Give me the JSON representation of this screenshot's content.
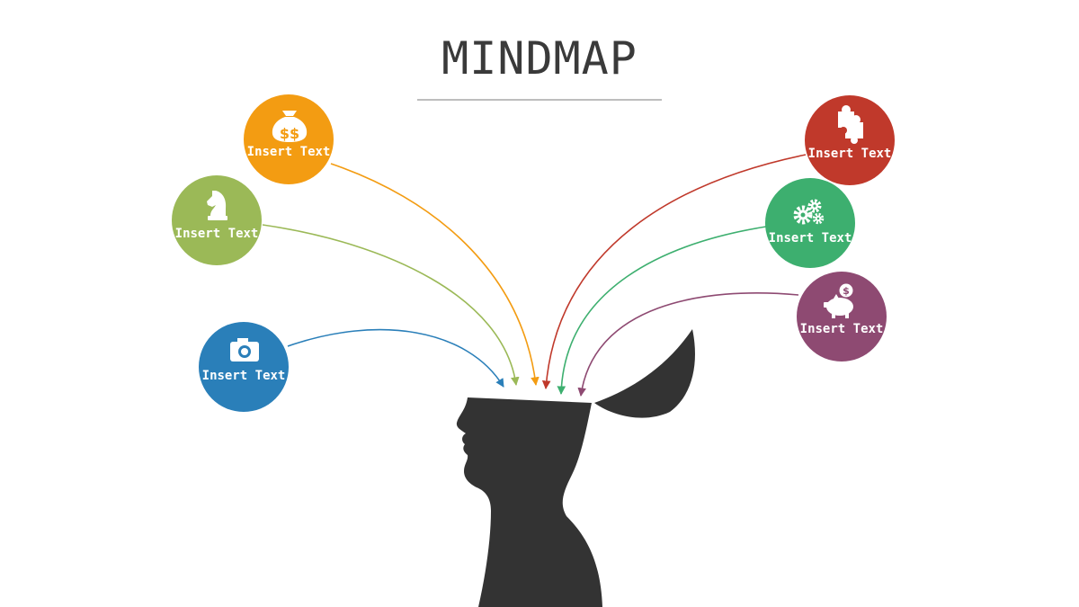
{
  "title": "MINDMAP",
  "nodes": [
    {
      "id": "money",
      "label": "Insert Text",
      "color": "#f39c12",
      "icon": "money-bag-icon"
    },
    {
      "id": "chess",
      "label": "Insert Text",
      "color": "#9bb957",
      "icon": "chess-knight-icon"
    },
    {
      "id": "camera",
      "label": "Insert Text",
      "color": "#2a7fb9",
      "icon": "camera-icon"
    },
    {
      "id": "puzzle",
      "label": "Insert Text",
      "color": "#c0392b",
      "icon": "puzzle-piece-icon"
    },
    {
      "id": "gears",
      "label": "Insert Text",
      "color": "#3daf6f",
      "icon": "gears-icon"
    },
    {
      "id": "piggy",
      "label": "Insert Text",
      "color": "#8e4a72",
      "icon": "piggy-bank-icon"
    }
  ],
  "head_color": "#333333"
}
